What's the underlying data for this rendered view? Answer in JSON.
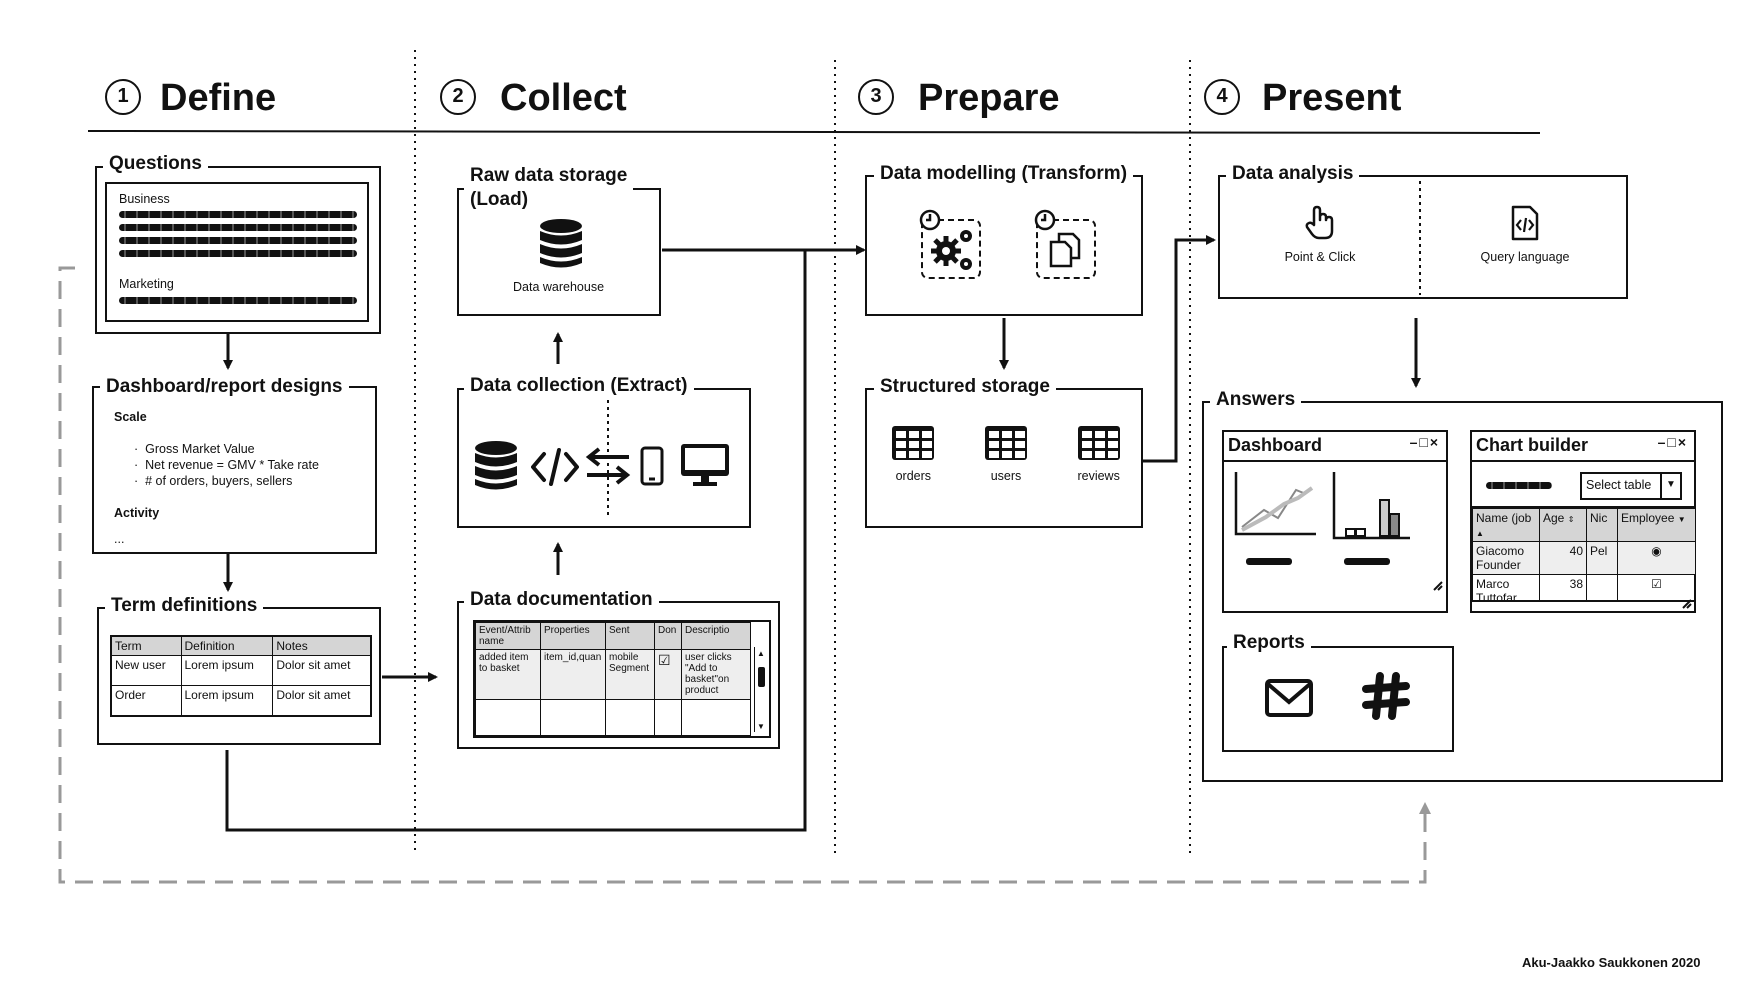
{
  "stages": [
    {
      "number": "1",
      "title": "Define"
    },
    {
      "number": "2",
      "title": "Collect"
    },
    {
      "number": "3",
      "title": "Prepare"
    },
    {
      "number": "4",
      "title": "Present"
    }
  ],
  "define": {
    "questions": {
      "title": "Questions",
      "groups": [
        "Business",
        "Marketing"
      ]
    },
    "dashboard_designs": {
      "title": "Dashboard/report designs",
      "scale_heading": "Scale",
      "bullets": [
        "Gross Market Value",
        "Net revenue = GMV * Take rate",
        "# of orders, buyers, sellers"
      ],
      "activity_heading": "Activity",
      "ellipsis": "..."
    },
    "term_definitions": {
      "title": "Term definitions",
      "columns": [
        "Term",
        "Definition",
        "Notes"
      ],
      "rows": [
        [
          "New user",
          "Lorem ipsum",
          "Dolor sit amet"
        ],
        [
          "Order",
          "Lorem ipsum",
          "Dolor sit amet"
        ]
      ]
    }
  },
  "collect": {
    "raw_storage": {
      "title_line1": "Raw data storage",
      "title_line2": "(Load)",
      "caption": "Data warehouse"
    },
    "collection": {
      "title": "Data collection (Extract)"
    },
    "documentation": {
      "title": "Data documentation",
      "columns": [
        "Event/Attrib name",
        "Properties",
        "Sent",
        "Don",
        "Descriptio"
      ],
      "row": [
        "added item to basket",
        "item_id,quan",
        "mobile Segment",
        "☑",
        "user clicks \"Add to basket\"on product"
      ]
    }
  },
  "prepare": {
    "modelling": {
      "title": "Data modelling (Transform)"
    },
    "structured": {
      "title": "Structured storage",
      "tables": [
        "orders",
        "users",
        "reviews"
      ]
    }
  },
  "present": {
    "analysis": {
      "title": "Data analysis",
      "options": [
        "Point & Click",
        "Query language"
      ]
    },
    "answers": {
      "title": "Answers",
      "dashboard": {
        "title": "Dashboard",
        "controls": "–□×"
      },
      "chart_builder": {
        "title": "Chart builder",
        "controls": "–□×",
        "select_label": "Select table",
        "columns": [
          "Name (job",
          "Age",
          "Nic",
          "Employee"
        ],
        "rows": [
          [
            "Giacomo Founder",
            "40",
            "Pel",
            "◉"
          ],
          [
            "Marco Tuttofar",
            "38",
            "",
            "☑"
          ]
        ]
      },
      "reports": {
        "title": "Reports"
      }
    }
  },
  "credit": "Aku-Jaakko Saukkonen 2020",
  "icons": [
    "database-icon",
    "code-icon",
    "sync-arrows-icon",
    "phone-icon",
    "monitor-icon",
    "gears-icon",
    "files-icon",
    "clock-icon",
    "table-grid-icon",
    "hand-pointer-icon",
    "code-file-icon",
    "mail-icon",
    "slack-icon"
  ]
}
